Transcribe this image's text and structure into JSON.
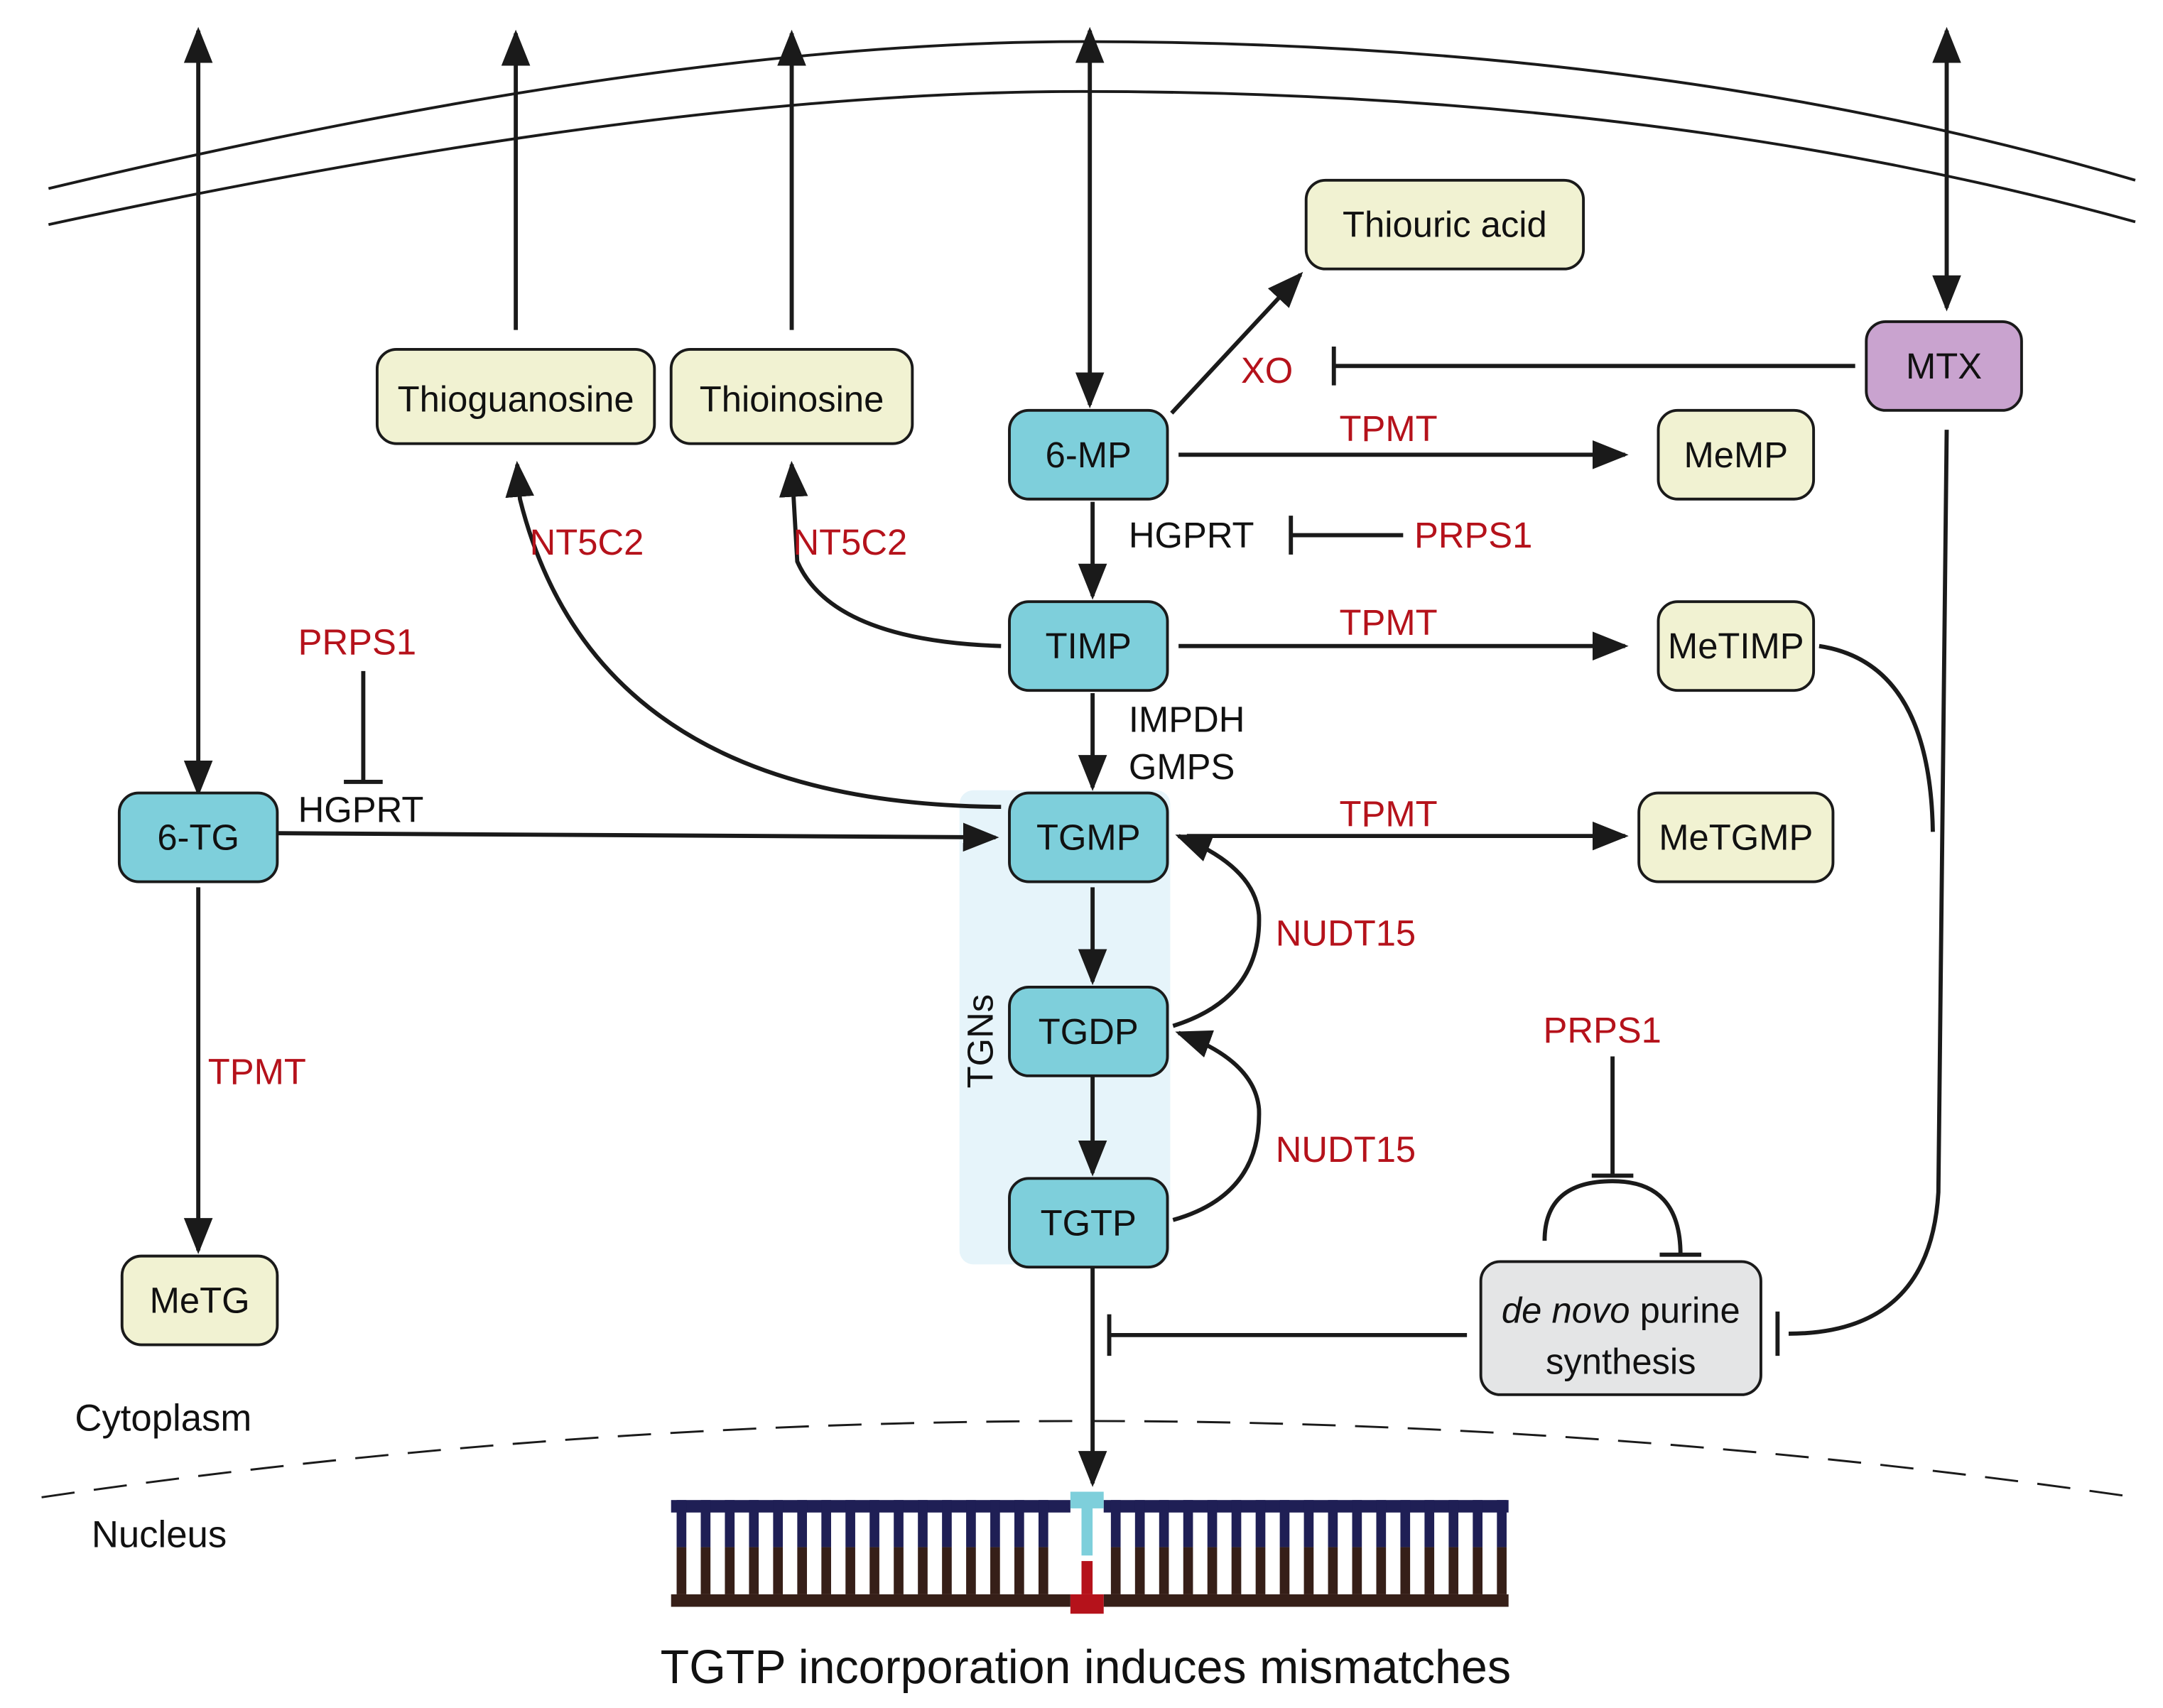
{
  "colors": {
    "drug_node": "#7ecfdb",
    "metabolite_node": "#f1f2d2",
    "mtx_node": "#c9a3cf",
    "process_node": "#e4e5e6",
    "enzyme_text": "#b5121b",
    "tgn_region": "#e6f4fa",
    "dna_top": "#1f1f55",
    "dna_bottom": "#361f18",
    "mismatch_top": "#7ecfdb",
    "mismatch_bottom": "#b5121b"
  },
  "nodes": {
    "six_mp": "6-MP",
    "six_tg": "6-TG",
    "timp": "TIMP",
    "tgmp": "TGMP",
    "tgdp": "TGDP",
    "tgtp": "TGTP",
    "thioguanosine": "Thioguanosine",
    "thioinosine": "Thioinosine",
    "thiouric_acid": "Thiouric acid",
    "memp": "MeMP",
    "metimp": "MeTIMP",
    "metgmp": "MeTGMP",
    "metg": "MeTG",
    "mtx": "MTX",
    "de_novo_italic": "de novo",
    "de_novo_rest": " purine",
    "de_novo_line2": "synthesis"
  },
  "enzymes": {
    "xo": "XO",
    "tpmt_memp": "TPMT",
    "tpmt_metimp": "TPMT",
    "tpmt_metgmp": "TPMT",
    "tpmt_metg": "TPMT",
    "nt5c2_left": "NT5C2",
    "nt5c2_right": "NT5C2",
    "prps1_top": "PRPS1",
    "prps1_left": "PRPS1",
    "prps1_right": "PRPS1",
    "nudt15_upper": "NUDT15",
    "nudt15_lower": "NUDT15"
  },
  "labels": {
    "hgprt_mp": "HGPRT",
    "hgprt_tg": "HGPRT",
    "impdh": "IMPDH",
    "gmps": "GMPS",
    "tgns": "TGNs",
    "cytoplasm": "Cytoplasm",
    "nucleus": "Nucleus",
    "caption": "TGTP incorporation induces mismatches"
  }
}
